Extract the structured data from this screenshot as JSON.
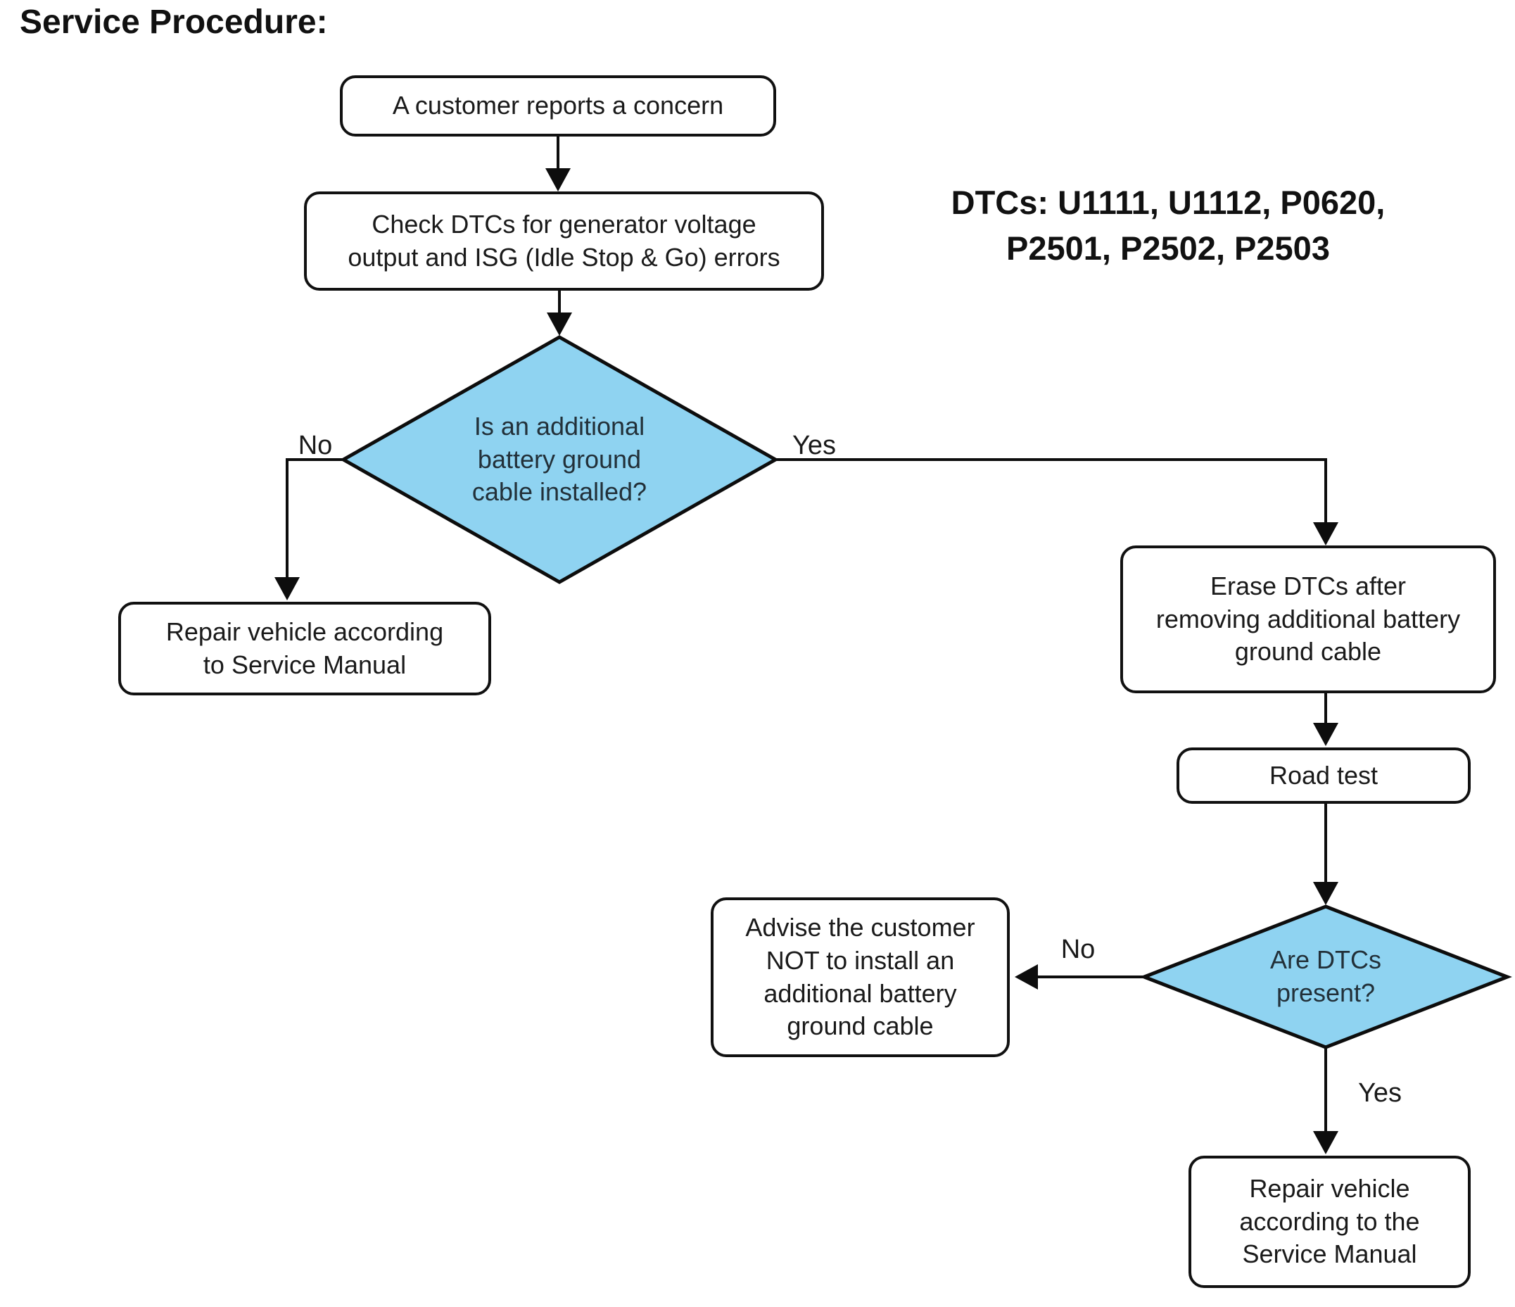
{
  "title": "Service Procedure:",
  "dtc_note": {
    "lines": [
      "DTCs: U1111, U1112, P0620,",
      "P2501, P2502, P2503"
    ]
  },
  "nodes": {
    "start": {
      "lines": [
        "A customer reports a concern"
      ]
    },
    "check_dtcs": {
      "lines": [
        "Check DTCs for generator voltage",
        "output and ISG (Idle Stop & Go) errors"
      ]
    },
    "cable_installed": {
      "lines": [
        "Is an additional",
        "battery ground",
        "cable installed?"
      ]
    },
    "repair_left": {
      "lines": [
        "Repair vehicle according",
        "to Service Manual"
      ]
    },
    "erase_dtcs": {
      "lines": [
        "Erase DTCs after",
        "removing additional battery",
        "ground cable"
      ]
    },
    "road_test": {
      "lines": [
        "Road test"
      ]
    },
    "dtcs_present": {
      "lines": [
        "Are DTCs",
        "present?"
      ]
    },
    "advise": {
      "lines": [
        "Advise the customer",
        "NOT to install an",
        "additional battery",
        "ground cable"
      ]
    },
    "repair_right": {
      "lines": [
        "Repair vehicle",
        "according to the",
        "Service Manual"
      ]
    }
  },
  "edge_labels": {
    "no1": "No",
    "yes1": "Yes",
    "no2": "No",
    "yes2": "Yes"
  },
  "colors": {
    "diamond_fill": "#8fd3f1",
    "connector": "#0d0d0d",
    "box_border": "#111111",
    "box_fill": "#ffffff",
    "text": "#1a1a1a",
    "diamond_text": "#223039"
  }
}
